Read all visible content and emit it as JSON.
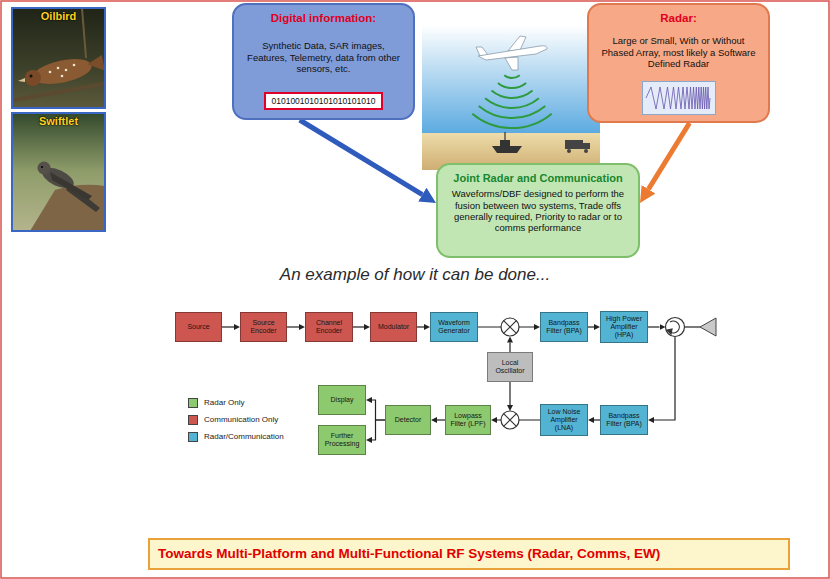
{
  "diagram": {
    "nodes": [
      {
        "text": [
          "Digital information:",
          "Synthetic Data, SAR images, Features, Telemetry, data from other sensors, etc."
        ]
      },
      {
        "text": [
          "0101001010101010101010"
        ],
        "in": 0
      },
      {
        "text": [
          "Radar:",
          "Large or Small, With or Without Phased Array, most likely a Software Defined Radar"
        ]
      },
      {
        "text": [
          "Joint Radar and Communication",
          "Waveforms/DBF designed to perform the fusion between two systems, Trade offs generally required, Priority to radar or to comms performance"
        ]
      },
      {
        "text": [
          "Source"
        ]
      },
      {
        "text": [
          "Source Encoder"
        ]
      },
      {
        "text": [
          "Channel Encoder"
        ]
      },
      {
        "text": [
          "Modulator"
        ]
      },
      {
        "text": [
          "Waveform Generator"
        ]
      },
      {
        "text": [
          "Bandpass Filter (BPA)"
        ]
      },
      {
        "text": [
          "High Power Amplifier (HPA)"
        ]
      },
      {
        "text": [
          "Local Oscillator"
        ]
      },
      {
        "text": [
          "Display"
        ]
      },
      {
        "text": [
          "Further Processing"
        ]
      },
      {
        "text": [
          "Detector"
        ]
      },
      {
        "text": [
          "Lowpass Filter (LPF)"
        ]
      },
      {
        "text": [
          "Low Noise Amplifier (LNA)"
        ]
      },
      {
        "text": [
          "Bandpass Filter (BPA)"
        ]
      },
      {
        "text": [
          "Towards Multi-Platform and Multi-Functional RF Systems (Radar, Comms, EW)"
        ]
      }
    ],
    "edges": [
      {
        "from": 0,
        "to": 3,
        "arrow": "to"
      },
      {
        "from": 2,
        "to": 3,
        "arrow": "to"
      },
      {
        "from": 4,
        "to": 5,
        "arrow": "to"
      },
      {
        "from": 5,
        "to": 6,
        "arrow": "to"
      },
      {
        "from": 6,
        "to": 7,
        "arrow": "to"
      },
      {
        "from": 7,
        "to": 8,
        "arrow": "to"
      },
      {
        "from": 8,
        "to": 9,
        "arrow": "to"
      },
      {
        "from": 9,
        "to": 10,
        "arrow": "to"
      },
      {
        "from": 17,
        "to": 16,
        "arrow": "to"
      },
      {
        "from": 16,
        "to": 15,
        "arrow": "to"
      },
      {
        "from": 15,
        "to": 14,
        "arrow": "to"
      },
      {
        "from": 14,
        "to": 12,
        "arrow": "to"
      },
      {
        "from": 14,
        "to": 13,
        "arrow": "to"
      }
    ],
    "labels": [
      "Oilbird",
      "Swiftlet",
      "An example of how it can be done..."
    ],
    "legend": [
      {
        "text": "Radar Only",
        "color": "#8dc96f"
      },
      {
        "text": "Communication Only",
        "color": "#cd5650"
      },
      {
        "text": "Radar/Communication",
        "color": "#52b4d2"
      }
    ]
  }
}
